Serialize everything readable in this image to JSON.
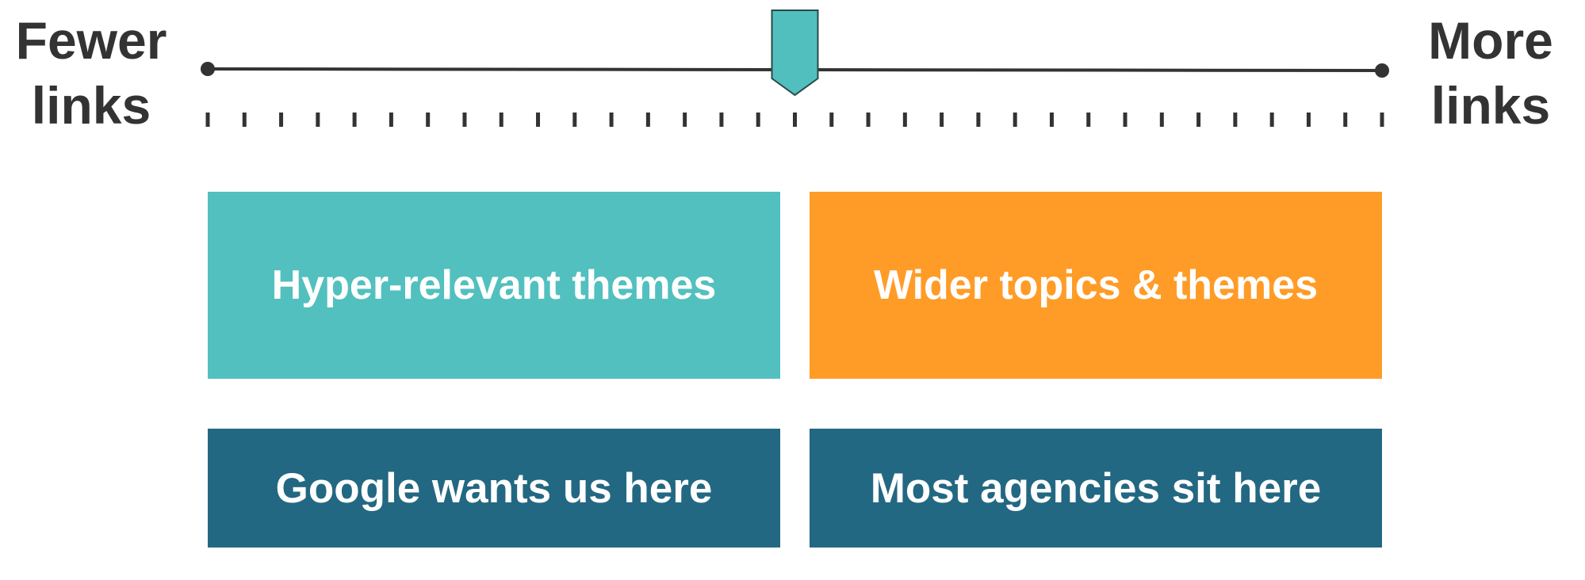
{
  "scale": {
    "left_label": [
      "Fewer",
      "links"
    ],
    "right_label": [
      "More",
      "links"
    ],
    "tick_count": 33,
    "marker_position": 0.5,
    "line_color": "#333333",
    "marker_color": "#52bfbf"
  },
  "boxes": {
    "top_left": {
      "label": "Hyper-relevant themes",
      "color": "#52c0bf"
    },
    "top_right": {
      "label": "Wider topics & themes",
      "color": "#ff9c27"
    },
    "bottom_left": {
      "label": "Google wants us here",
      "color": "#236882"
    },
    "bottom_right": {
      "label": "Most agencies sit here",
      "color": "#236882"
    }
  }
}
